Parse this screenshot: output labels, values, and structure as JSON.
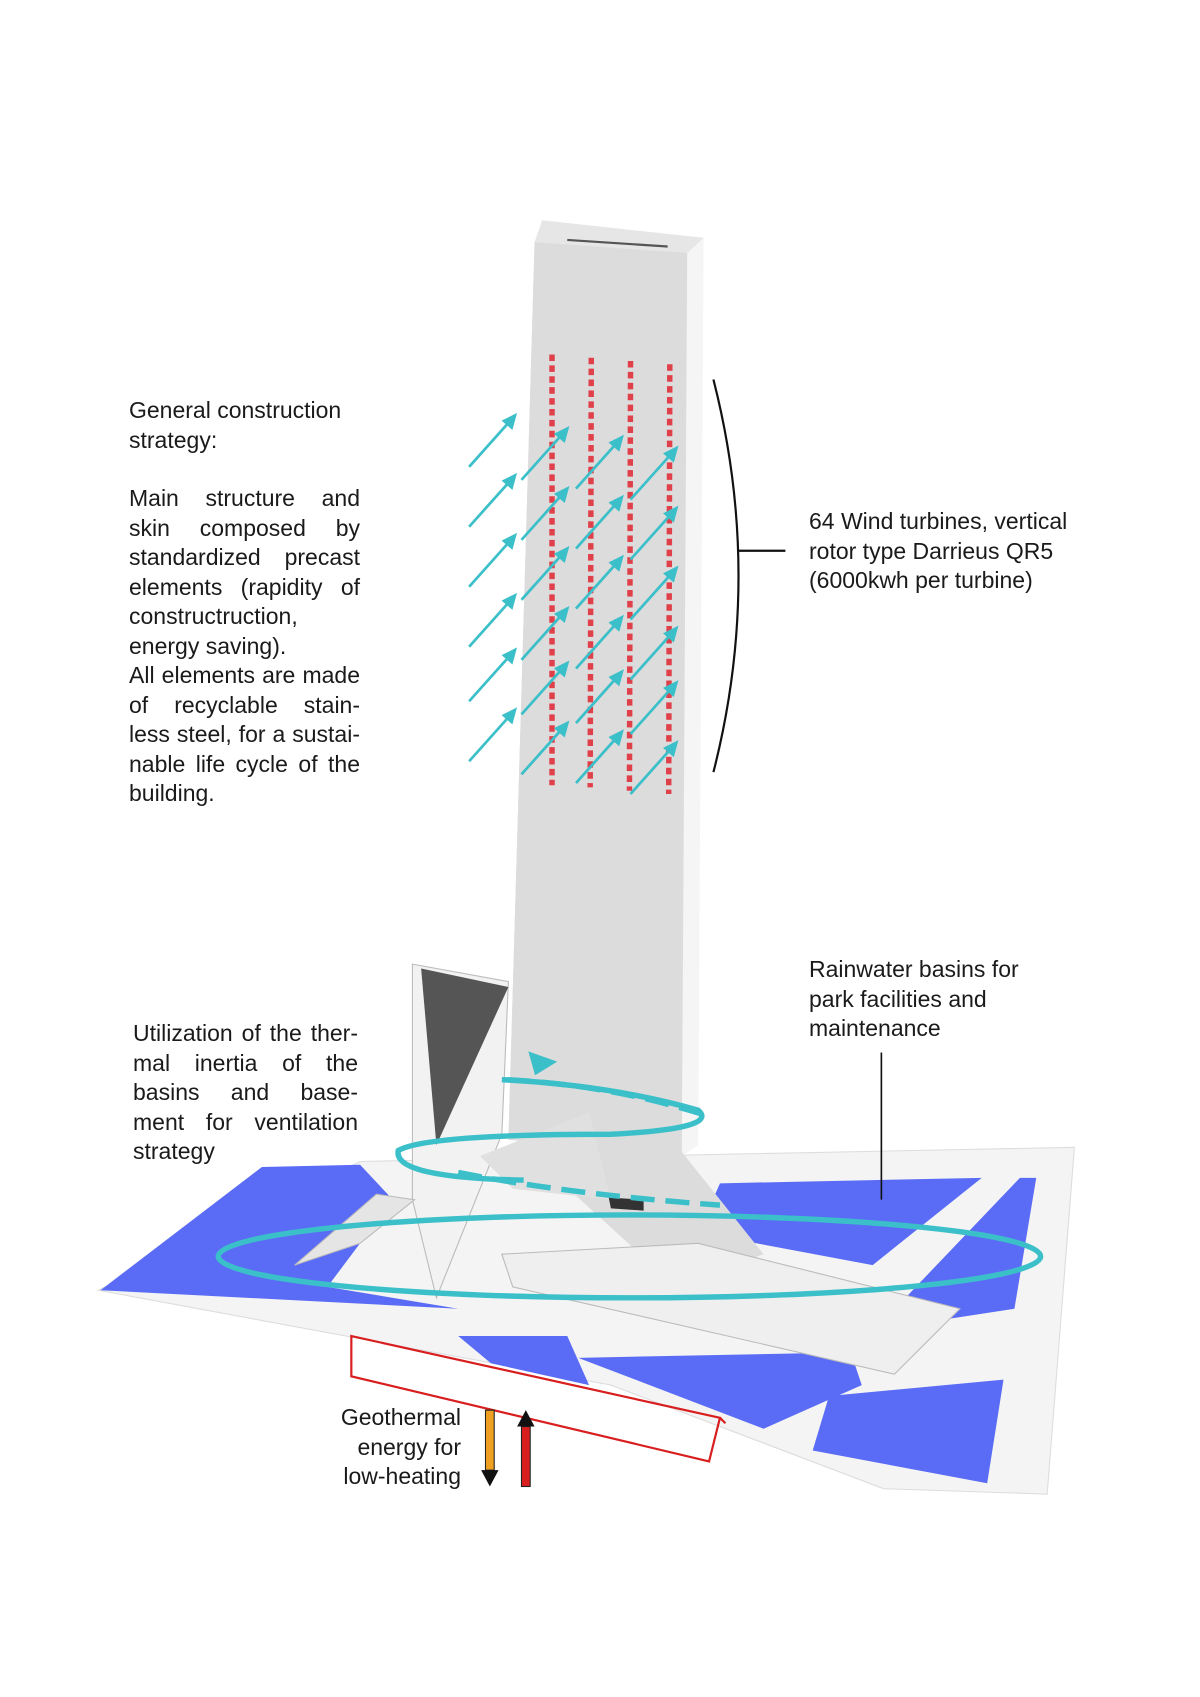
{
  "construction": {
    "heading": "General construction strategy:",
    "paragraph1": "Main structure and skin composed by standardized precast elements (rapidity of constructruction, energy saving).",
    "paragraph2": "All elements are made of recyclable stain-less steel, for a sustai-nable life cycle of the building."
  },
  "wind": {
    "label": "64 Wind turbines, vertical rotor type Darrieus QR5 (6000kwh per turbine)"
  },
  "rainwater": {
    "label": "Rainwater basins for park facilities and maintenance"
  },
  "thermal": {
    "label": "Utilization of the ther-mal inertia of the basins and base-ment for ventilation strategy"
  },
  "geothermal": {
    "line1": "Geothermal",
    "line2": "energy for",
    "line3": "low-heating"
  },
  "colors": {
    "water": "#5a6cf5",
    "wind_arrow": "#3bbfc9",
    "turbine": "#e0404a",
    "ventilation": "#3bbfc9",
    "geo_down": "#f0a020",
    "geo_up": "#d81e1e"
  }
}
